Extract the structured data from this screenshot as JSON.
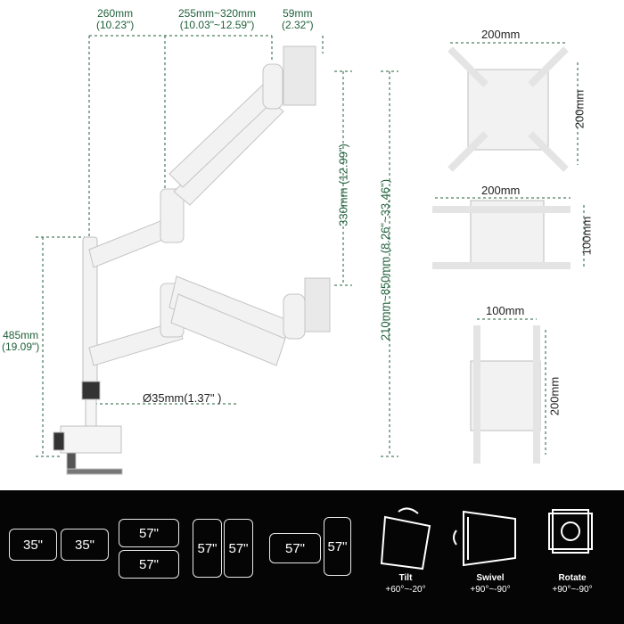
{
  "dimensions": {
    "reach_total": {
      "mm": "260mm",
      "in": "(10.23\")"
    },
    "arm_length": {
      "mm": "255mm~320mm",
      "in": "(10.03\"~12.59\")"
    },
    "plate_width": {
      "mm": "59mm",
      "in": "(2.32\")"
    },
    "arm_vertical": "330mm (12.99\")",
    "height_range": "210mm~850mm (8.26\"~33.46\")",
    "pole_height": {
      "mm": "485mm",
      "in": "(19.09\")"
    },
    "pole_diameter": "Ø35mm(1.37\" )"
  },
  "vesa": {
    "square": {
      "w": "200mm",
      "h": "200mm"
    },
    "wide": {
      "w": "200mm",
      "h": "100mm"
    },
    "tall": {
      "w": "100mm",
      "h": "200mm"
    }
  },
  "configs": {
    "side_a": "35\"",
    "side_b": "35\"",
    "stack_top": "57\"",
    "stack_bottom": "57\"",
    "portrait_a": "57\"",
    "portrait_b": "57\"",
    "mixed_land": "57\"",
    "mixed_port": "57\""
  },
  "motions": [
    {
      "name": "Tilt",
      "range": "+60°~-20°",
      "icon": "tilt-icon"
    },
    {
      "name": "Swivel",
      "range": "+90°~-90°",
      "icon": "swivel-icon"
    },
    {
      "name": "Rotate",
      "range": "+90°~-90°",
      "icon": "rotate-icon"
    }
  ],
  "colors": {
    "dimension": "#1f5f3a",
    "bar": "#050505",
    "metal": "#f2f2f2"
  }
}
